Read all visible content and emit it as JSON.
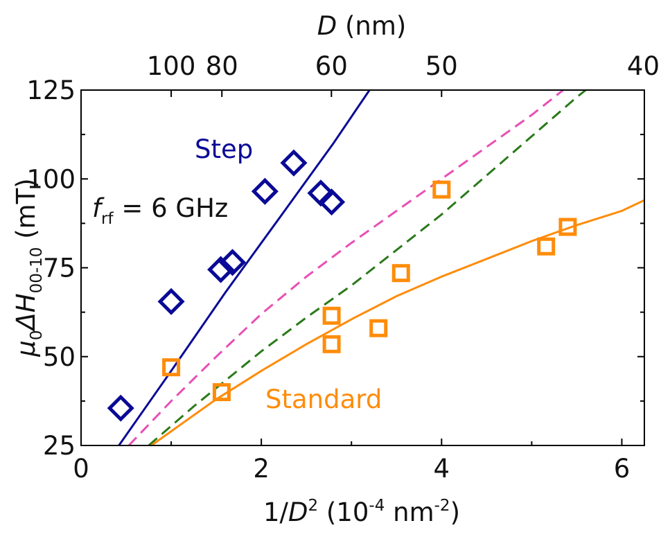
{
  "chart_data": {
    "type": "scatter",
    "xlabel": {
      "main": "1/",
      "italic": "D",
      "sup1": "2",
      "tail": " (10",
      "sup2": "-4",
      "tail2": " nm",
      "sup3": "-2",
      "end": ")"
    },
    "ylabel": {
      "mu": "μ",
      "mu_sub": "0",
      "delta": "ΔH",
      "h_sub": "00-10",
      "unit": " (mT)"
    },
    "top_axis_label": {
      "italic": "D",
      "rest": " (nm)"
    },
    "xlim": [
      0,
      6.25
    ],
    "ylim": [
      25,
      125
    ],
    "x_ticks": [
      0,
      2,
      4,
      6
    ],
    "x_tick_labels": [
      "0",
      "2",
      "4",
      "6"
    ],
    "y_ticks": [
      25,
      50,
      75,
      100,
      125
    ],
    "y_tick_labels": [
      "25",
      "50",
      "75",
      "100",
      "125"
    ],
    "top_ticks": [
      {
        "label": "100",
        "value": 1.0
      },
      {
        "label": "80",
        "value": 1.5625
      },
      {
        "label": "60",
        "value": 2.7778
      },
      {
        "label": "50",
        "value": 4.0
      },
      {
        "label": "40",
        "value": 6.25
      }
    ],
    "annotation": {
      "f": "f",
      "sub": "rf",
      "rest": " = 6 GHz"
    },
    "series": [
      {
        "name": "Step",
        "marker": "diamond",
        "color": "#0a0a96",
        "points": [
          [
            0.44,
            35.5
          ],
          [
            1.0,
            65.5
          ],
          [
            1.55,
            74.5
          ],
          [
            1.68,
            76.5
          ],
          [
            2.04,
            96.5
          ],
          [
            2.36,
            104.5
          ],
          [
            2.66,
            96.0
          ],
          [
            2.78,
            93.5
          ]
        ]
      },
      {
        "name": "Standard",
        "marker": "square",
        "color": "#ff8c0a",
        "points": [
          [
            1.0,
            47.0
          ],
          [
            1.56,
            40.0
          ],
          [
            2.78,
            61.5
          ],
          [
            2.78,
            53.5
          ],
          [
            3.3,
            58.0
          ],
          [
            3.55,
            73.5
          ],
          [
            4.0,
            97.0
          ],
          [
            5.16,
            81.0
          ],
          [
            5.4,
            86.5
          ]
        ]
      }
    ],
    "curves": [
      {
        "style": "solid",
        "color": "#0a0a96",
        "points": [
          [
            0.42,
            25
          ],
          [
            1.0,
            46
          ],
          [
            1.6,
            68
          ],
          [
            2.2,
            89
          ],
          [
            2.8,
            110
          ],
          [
            3.2,
            125
          ]
        ]
      },
      {
        "style": "dashed",
        "color": "#e84fb5",
        "points": [
          [
            0.53,
            25
          ],
          [
            1.0,
            37.5
          ],
          [
            1.5,
            50
          ],
          [
            2.0,
            62
          ],
          [
            2.5,
            72.5
          ],
          [
            3.0,
            82
          ],
          [
            3.5,
            91
          ],
          [
            4.0,
            100
          ],
          [
            4.5,
            109
          ],
          [
            5.0,
            118
          ],
          [
            5.05,
            119
          ],
          [
            5.35,
            125
          ]
        ]
      },
      {
        "style": "dashed",
        "color": "#2a7a1a",
        "points": [
          [
            0.75,
            25
          ],
          [
            1.25,
            36
          ],
          [
            2.0,
            51.5
          ],
          [
            2.5,
            61
          ],
          [
            3.0,
            70
          ],
          [
            3.5,
            80
          ],
          [
            4.0,
            90
          ],
          [
            4.5,
            101
          ],
          [
            5.0,
            112
          ],
          [
            5.5,
            123
          ],
          [
            5.6,
            125
          ]
        ]
      },
      {
        "style": "solid",
        "color": "#ff8c0a",
        "points": [
          [
            0.78,
            25
          ],
          [
            1.0,
            29
          ],
          [
            1.5,
            38
          ],
          [
            2.0,
            46
          ],
          [
            2.5,
            53.5
          ],
          [
            3.0,
            60.5
          ],
          [
            3.5,
            67
          ],
          [
            4.0,
            72.5
          ],
          [
            4.5,
            77.5
          ],
          [
            5.0,
            82.5
          ],
          [
            5.5,
            87
          ],
          [
            6.0,
            91
          ],
          [
            6.25,
            94
          ]
        ]
      }
    ]
  }
}
